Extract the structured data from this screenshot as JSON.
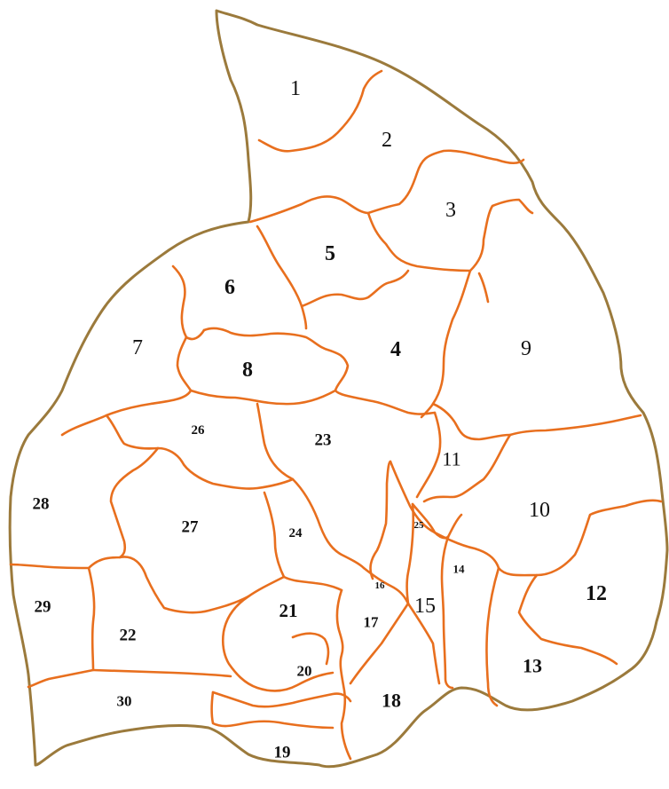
{
  "map": {
    "colors": {
      "background": "#ffffff",
      "outer_boundary": "#9b7a3c",
      "internal_boundary": "#e86f1e",
      "label": "#111111"
    },
    "regions": [
      {
        "id": 1,
        "label": "1"
      },
      {
        "id": 2,
        "label": "2"
      },
      {
        "id": 3,
        "label": "3"
      },
      {
        "id": 4,
        "label": "4"
      },
      {
        "id": 5,
        "label": "5"
      },
      {
        "id": 6,
        "label": "6"
      },
      {
        "id": 7,
        "label": "7"
      },
      {
        "id": 8,
        "label": "8"
      },
      {
        "id": 9,
        "label": "9"
      },
      {
        "id": 10,
        "label": "10"
      },
      {
        "id": 11,
        "label": "11"
      },
      {
        "id": 12,
        "label": "12"
      },
      {
        "id": 13,
        "label": "13"
      },
      {
        "id": 14,
        "label": "14"
      },
      {
        "id": 15,
        "label": "15"
      },
      {
        "id": 16,
        "label": "16"
      },
      {
        "id": 17,
        "label": "17"
      },
      {
        "id": 18,
        "label": "18"
      },
      {
        "id": 19,
        "label": "19"
      },
      {
        "id": 20,
        "label": "20"
      },
      {
        "id": 21,
        "label": "21"
      },
      {
        "id": 22,
        "label": "22"
      },
      {
        "id": 23,
        "label": "23"
      },
      {
        "id": 24,
        "label": "24"
      },
      {
        "id": 25,
        "label": "25"
      },
      {
        "id": 26,
        "label": "26"
      },
      {
        "id": 27,
        "label": "27"
      },
      {
        "id": 28,
        "label": "28"
      },
      {
        "id": 29,
        "label": "29"
      },
      {
        "id": 30,
        "label": "30"
      }
    ]
  }
}
